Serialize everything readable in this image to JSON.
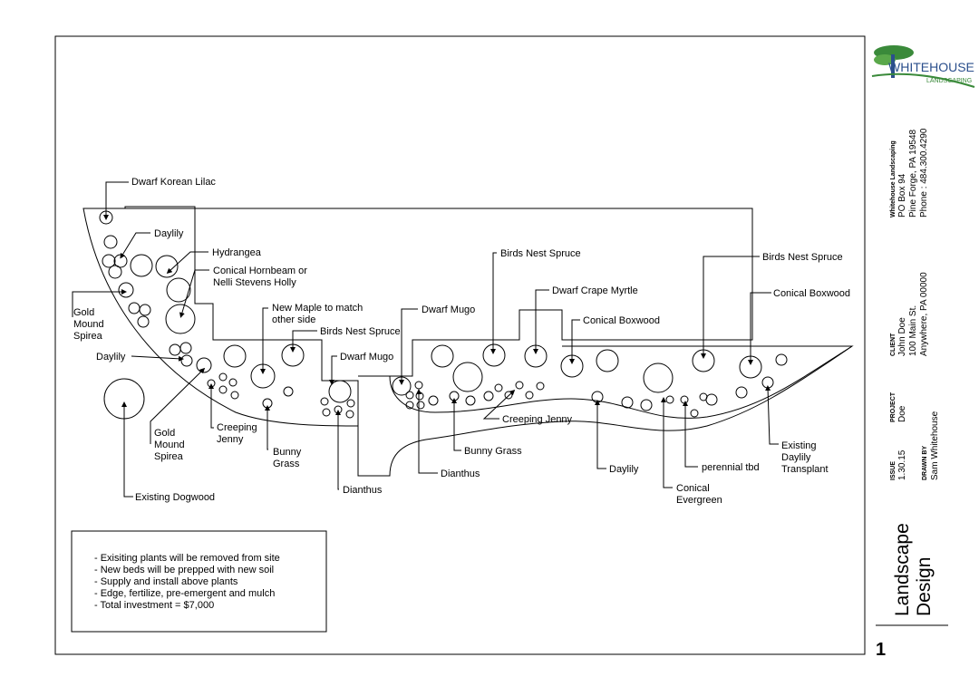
{
  "title_block": {
    "company_logo": {
      "name": "WHITEHOUSE",
      "sub": "LANDSCAPING"
    },
    "company_name": "Whitehouse Landscaping",
    "address1": "PO Box 94",
    "address2": "Pine Forge, PA 19548",
    "phone": "Phone : 484.300.4290",
    "client_heading": "CLIENT",
    "client_name": "John Doe",
    "client_address1": "100 Main St.",
    "client_address2": "Anywhere, PA 00000",
    "project_heading": "PROJECT",
    "project_name": "Doe",
    "drawn_by_heading": "DRAWN BY",
    "drawn_by": "Sam Whitehouse",
    "issue_heading": "ISSUE",
    "issue": "1.30.15",
    "sheet_title_line1": "Landscape",
    "sheet_title_line2": "Design",
    "sheet_number": "1"
  },
  "labels": {
    "dwarf_korean_lilac": "Dwarf Korean Lilac",
    "daylily_top": "Daylily",
    "hydrangea": "Hydrangea",
    "conical_hornbeam_1": "Conical Hornbeam or",
    "conical_hornbeam_2": "Nelli Stevens Holly",
    "gold_mound_spirea_top_1": "Gold",
    "gold_mound_spirea_top_2": "Mound",
    "gold_mound_spirea_top_3": "Spirea",
    "daylily_left": "Daylily",
    "new_maple_1": "New Maple to match",
    "new_maple_2": "other side",
    "birds_nest_spruce_a": "Birds Nest Spruce",
    "dwarf_mugo_a": "Dwarf Mugo",
    "dwarf_mugo_b": "Dwarf Mugo",
    "birds_nest_spruce_b": "Birds Nest Spruce",
    "dwarf_crape_myrtle": "Dwarf Crape Myrtle",
    "conical_boxwood_a": "Conical Boxwood",
    "birds_nest_spruce_c": "Birds Nest Spruce",
    "conical_boxwood_b": "Conical Boxwood",
    "gold_mound_spirea_bottom_1": "Gold",
    "gold_mound_spirea_bottom_2": "Mound",
    "gold_mound_spirea_bottom_3": "Spirea",
    "creeping_jenny_a_1": "Creeping",
    "creeping_jenny_a_2": "Jenny",
    "bunny_grass_a_1": "Bunny",
    "bunny_grass_a_2": "Grass",
    "existing_dogwood": "Existing Dogwood",
    "dianthus_a": "Dianthus",
    "creeping_jenny_b": "Creeping Jenny",
    "bunny_grass_b": "Bunny Grass",
    "dianthus_b": "Dianthus",
    "daylily_bottom": "Daylily",
    "perennial_tbd": "perennial tbd",
    "conical_evergreen_1": "Conical",
    "conical_evergreen_2": "Evergreen",
    "existing_daylily_1": "Existing",
    "existing_daylily_2": "Daylily",
    "existing_daylily_3": "Transplant"
  },
  "notes": [
    "- Exisiting plants will be removed from site",
    "- New beds will be prepped with new soil",
    "- Supply and install above plants",
    "- Edge, fertilize, pre-emergent and mulch",
    "- Total investment = $7,000"
  ],
  "colors": {
    "line": "#000000",
    "logo_green": "#3a8a3a",
    "logo_blue": "#2b4f8c"
  }
}
